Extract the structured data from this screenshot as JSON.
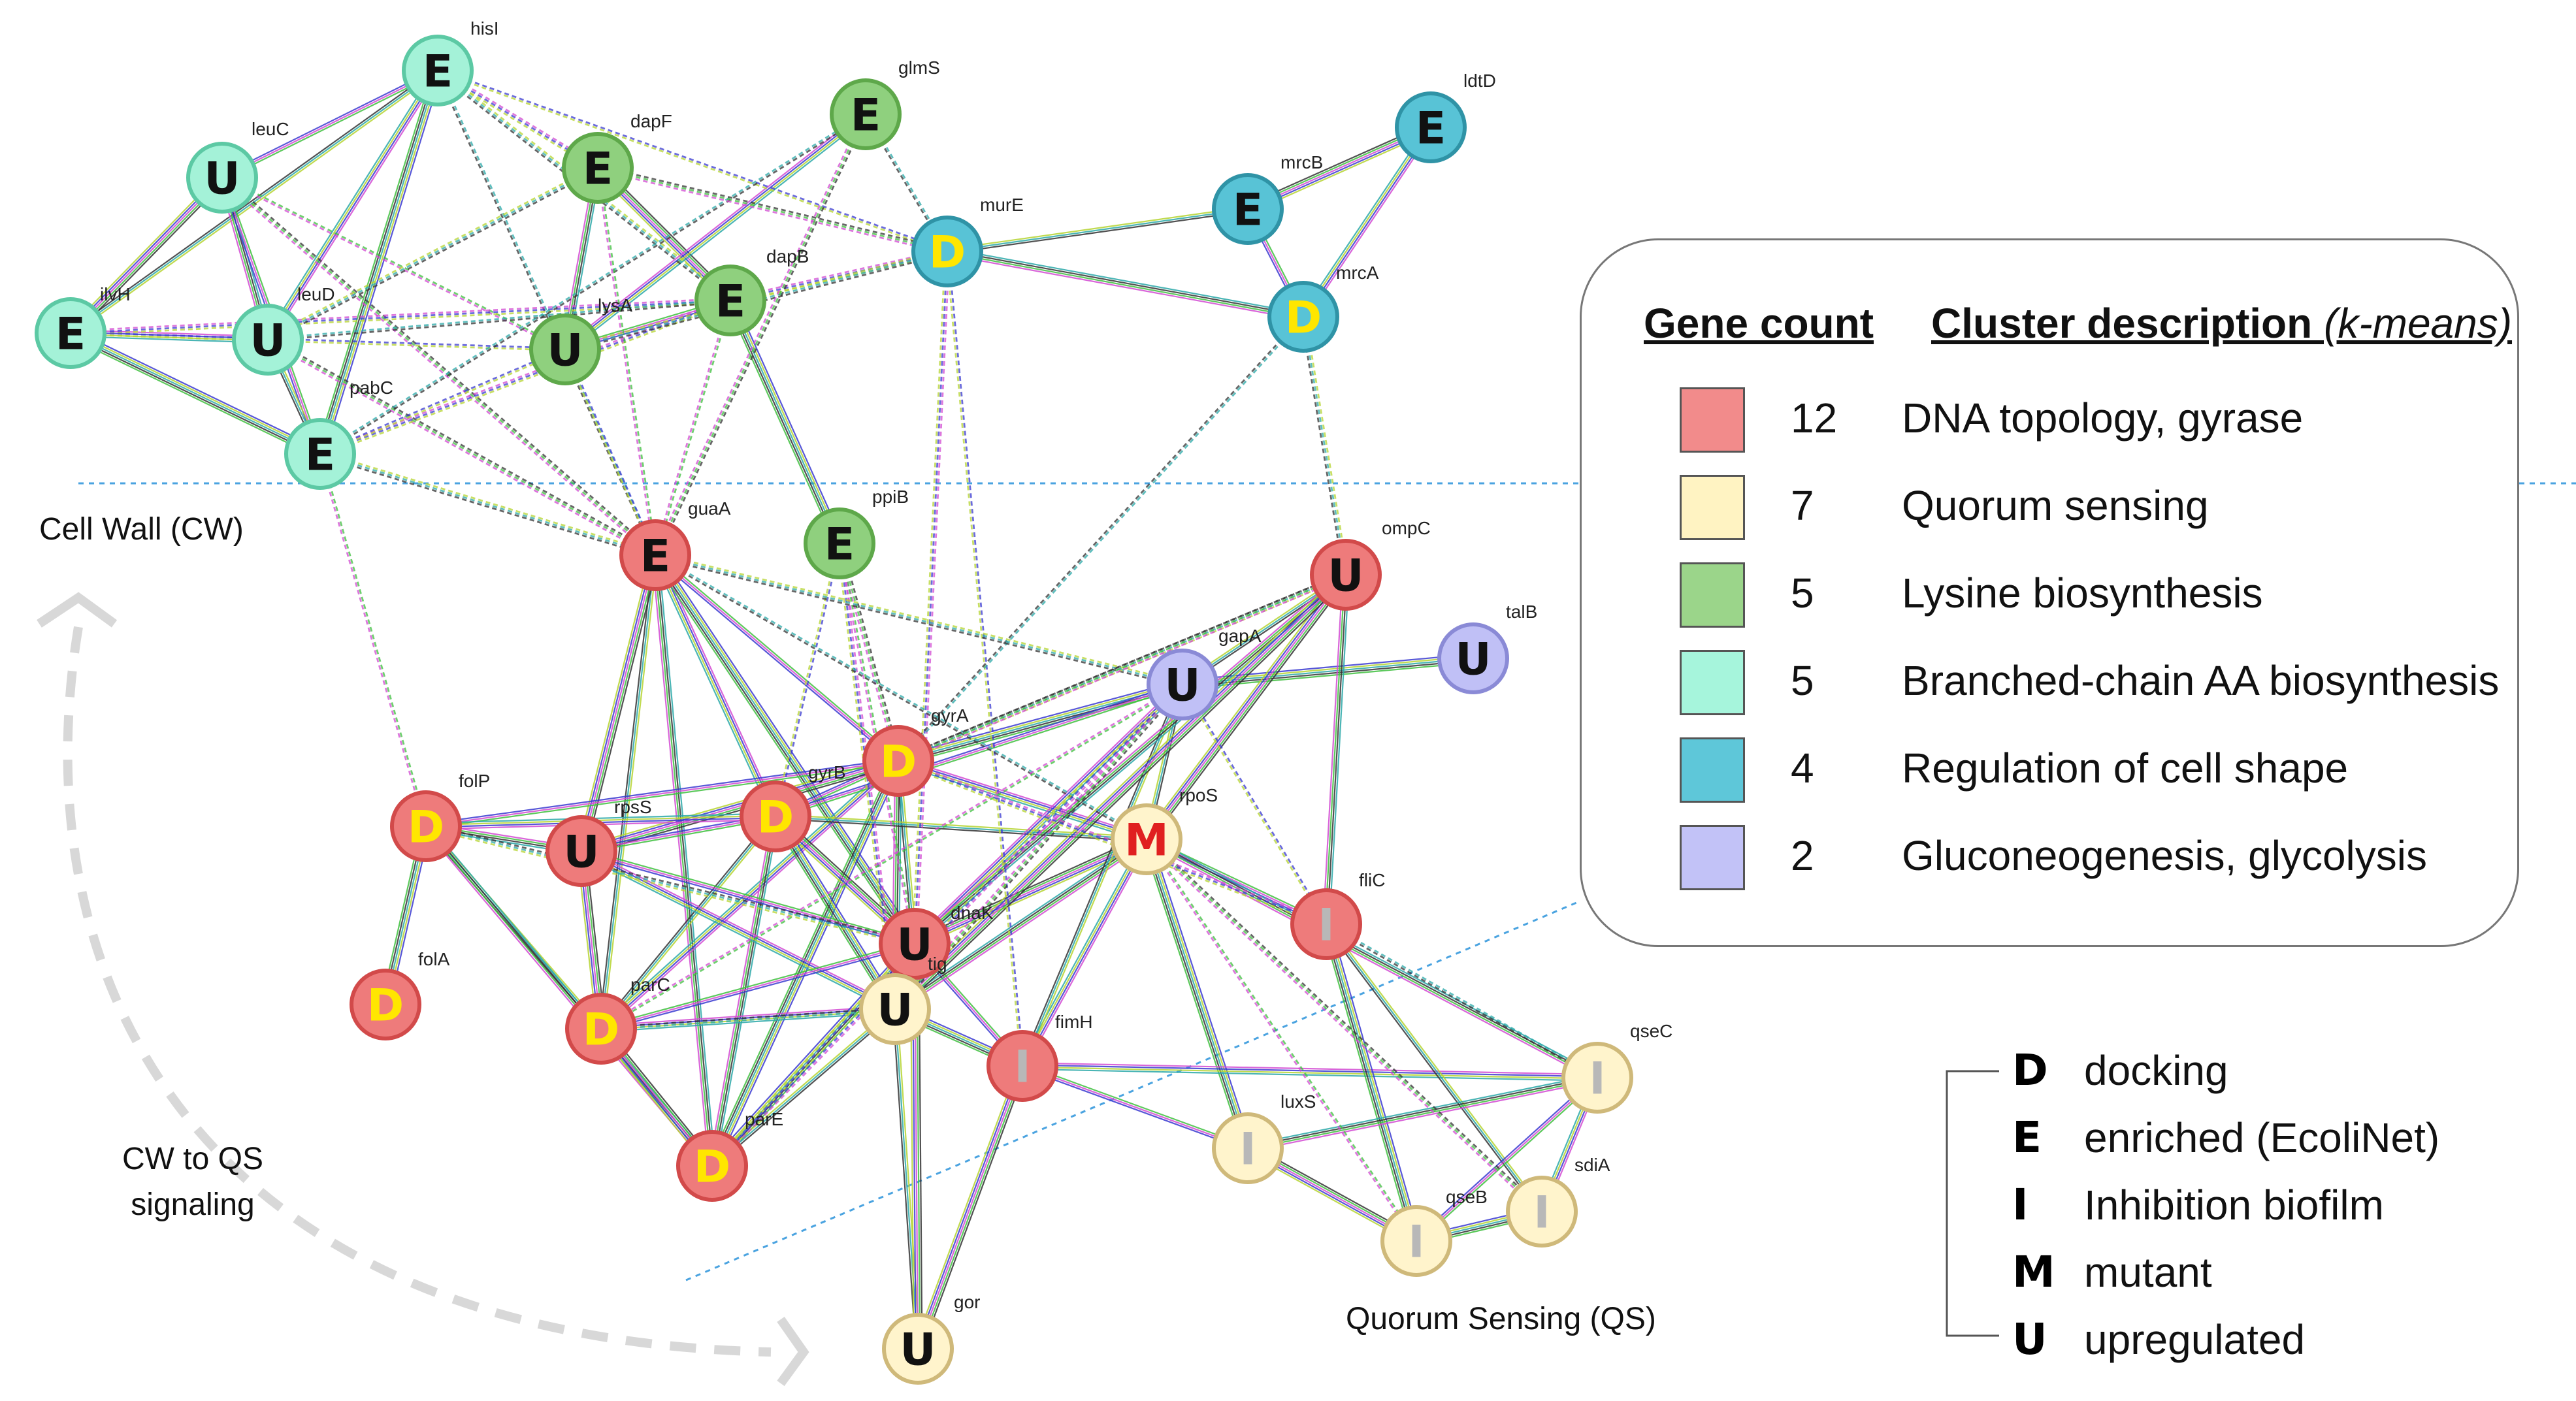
{
  "regions": {
    "cell_wall": "Cell Wall (CW)",
    "cw_to_qs_line1": "CW to QS",
    "cw_to_qs_line2": "signaling",
    "quorum_sensing": "Quorum Sensing (QS)"
  },
  "legend": {
    "gene_count_header": "Gene count",
    "cluster_header_main": "Cluster description ",
    "cluster_header_em": "(k-means)",
    "rows": [
      {
        "color": "#f28b8b",
        "count": "12",
        "description": "DNA topology, gyrase"
      },
      {
        "color": "#fff3c2",
        "count": "7",
        "description": "Quorum sensing"
      },
      {
        "color": "#9bd58a",
        "count": "5",
        "description": "Lysine biosynthesis"
      },
      {
        "color": "#a6f5dc",
        "count": "5",
        "description": "Branched-chain AA biosynthesis"
      },
      {
        "color": "#5ec7d9",
        "count": "4",
        "description": "Regulation of cell shape"
      },
      {
        "color": "#c2c2f7",
        "count": "2",
        "description": "Gluconeogenesis, glycolysis"
      }
    ]
  },
  "key": [
    {
      "letter": "D",
      "text": "docking"
    },
    {
      "letter": "E",
      "text": "enriched (EcoliNet)"
    },
    {
      "letter": "I",
      "text": "Inhibition biofilm"
    },
    {
      "letter": "M",
      "text": "mutant"
    },
    {
      "letter": "U",
      "text": "upregulated"
    }
  ],
  "cluster_colors": {
    "red": {
      "fill": "#ee7b7b",
      "stroke": "#d24a4a"
    },
    "yellow": {
      "fill": "#fff4cc",
      "stroke": "#cfb97a"
    },
    "green": {
      "fill": "#8fd07e",
      "stroke": "#5ea84a"
    },
    "mint": {
      "fill": "#a4f2d8",
      "stroke": "#5cc9a4"
    },
    "cyan": {
      "fill": "#58c3d6",
      "stroke": "#2f93a6"
    },
    "lavender": {
      "fill": "#c0c0f6",
      "stroke": "#8a8ad6"
    }
  },
  "letter_colors": {
    "D": "#ffe600",
    "E": "#111111",
    "U": "#111111",
    "I": "#b8b8b8",
    "M": "#e02020"
  },
  "nodes": [
    {
      "id": "hisI",
      "letter": "E",
      "cluster": "mint"
    },
    {
      "id": "leuC",
      "letter": "U",
      "cluster": "mint"
    },
    {
      "id": "ilvH",
      "letter": "E",
      "cluster": "mint"
    },
    {
      "id": "leuD",
      "letter": "U",
      "cluster": "mint"
    },
    {
      "id": "pabC",
      "letter": "E",
      "cluster": "mint"
    },
    {
      "id": "dapF",
      "letter": "E",
      "cluster": "green"
    },
    {
      "id": "lysA",
      "letter": "U",
      "cluster": "green"
    },
    {
      "id": "dapB",
      "letter": "E",
      "cluster": "green"
    },
    {
      "id": "glmS",
      "letter": "E",
      "cluster": "green"
    },
    {
      "id": "ppiB",
      "letter": "E",
      "cluster": "green"
    },
    {
      "id": "murE",
      "letter": "D",
      "cluster": "cyan"
    },
    {
      "id": "mrcB",
      "letter": "E",
      "cluster": "cyan"
    },
    {
      "id": "ldtD",
      "letter": "E",
      "cluster": "cyan"
    },
    {
      "id": "mrcA",
      "letter": "D",
      "cluster": "cyan"
    },
    {
      "id": "guaA",
      "letter": "E",
      "cluster": "red"
    },
    {
      "id": "ompC",
      "letter": "U",
      "cluster": "red"
    },
    {
      "id": "gapA",
      "letter": "U",
      "cluster": "lavender"
    },
    {
      "id": "talB",
      "letter": "U",
      "cluster": "lavender"
    },
    {
      "id": "gyrA",
      "letter": "D",
      "cluster": "red"
    },
    {
      "id": "gyrB",
      "letter": "D",
      "cluster": "red"
    },
    {
      "id": "rpsS",
      "letter": "U",
      "cluster": "red"
    },
    {
      "id": "folP",
      "letter": "D",
      "cluster": "red"
    },
    {
      "id": "folA",
      "letter": "D",
      "cluster": "red"
    },
    {
      "id": "parC",
      "letter": "D",
      "cluster": "red"
    },
    {
      "id": "parE",
      "letter": "D",
      "cluster": "red"
    },
    {
      "id": "dnaK",
      "letter": "U",
      "cluster": "red"
    },
    {
      "id": "tig",
      "letter": "U",
      "cluster": "yellow"
    },
    {
      "id": "rpoS",
      "letter": "M",
      "cluster": "yellow"
    },
    {
      "id": "fliC",
      "letter": "I",
      "cluster": "red"
    },
    {
      "id": "fimH",
      "letter": "I",
      "cluster": "red"
    },
    {
      "id": "luxS",
      "letter": "I",
      "cluster": "yellow"
    },
    {
      "id": "qseC",
      "letter": "I",
      "cluster": "yellow"
    },
    {
      "id": "sdiA",
      "letter": "I",
      "cluster": "yellow"
    },
    {
      "id": "qseB",
      "letter": "I",
      "cluster": "yellow"
    },
    {
      "id": "gor",
      "letter": "U",
      "cluster": "yellow"
    }
  ],
  "edges": [
    [
      "hisI",
      "leuC",
      "s"
    ],
    [
      "hisI",
      "leuD",
      "s"
    ],
    [
      "hisI",
      "pabC",
      "s"
    ],
    [
      "hisI",
      "ilvH",
      "s"
    ],
    [
      "leuC",
      "leuD",
      "s"
    ],
    [
      "leuC",
      "ilvH",
      "s"
    ],
    [
      "leuC",
      "pabC",
      "s"
    ],
    [
      "ilvH",
      "leuD",
      "s"
    ],
    [
      "ilvH",
      "pabC",
      "s"
    ],
    [
      "leuD",
      "pabC",
      "s"
    ],
    [
      "dapF",
      "lysA",
      "s"
    ],
    [
      "dapF",
      "dapB",
      "s"
    ],
    [
      "lysA",
      "dapB",
      "s"
    ],
    [
      "lysA",
      "glmS",
      "s"
    ],
    [
      "dapB",
      "ppiB",
      "s"
    ],
    [
      "murE",
      "mrcB",
      "s"
    ],
    [
      "murE",
      "mrcA",
      "s"
    ],
    [
      "mrcB",
      "ldtD",
      "s"
    ],
    [
      "mrcB",
      "mrcA",
      "s"
    ],
    [
      "ldtD",
      "mrcA",
      "s"
    ],
    [
      "gapA",
      "talB",
      "s"
    ],
    [
      "gapA",
      "ompC",
      "s"
    ],
    [
      "ompC",
      "fliC",
      "s"
    ],
    [
      "ompC",
      "rpoS",
      "s"
    ],
    [
      "guaA",
      "gyrA",
      "s"
    ],
    [
      "guaA",
      "gyrB",
      "s"
    ],
    [
      "guaA",
      "dnaK",
      "s"
    ],
    [
      "guaA",
      "parC",
      "s"
    ],
    [
      "guaA",
      "parE",
      "s"
    ],
    [
      "guaA",
      "rpsS",
      "s"
    ],
    [
      "gyrA",
      "gyrB",
      "s"
    ],
    [
      "gyrA",
      "parC",
      "s"
    ],
    [
      "gyrA",
      "parE",
      "s"
    ],
    [
      "gyrA",
      "dnaK",
      "s"
    ],
    [
      "gyrA",
      "tig",
      "s"
    ],
    [
      "gyrA",
      "rpsS",
      "s"
    ],
    [
      "gyrA",
      "folP",
      "s"
    ],
    [
      "gyrA",
      "rpoS",
      "s"
    ],
    [
      "gyrA",
      "gapA",
      "s"
    ],
    [
      "gyrB",
      "parC",
      "s"
    ],
    [
      "gyrB",
      "parE",
      "s"
    ],
    [
      "gyrB",
      "dnaK",
      "s"
    ],
    [
      "gyrB",
      "rpsS",
      "s"
    ],
    [
      "gyrB",
      "folP",
      "s"
    ],
    [
      "gyrB",
      "tig",
      "s"
    ],
    [
      "gyrB",
      "rpoS",
      "s"
    ],
    [
      "rpsS",
      "folP",
      "s"
    ],
    [
      "rpsS",
      "parC",
      "s"
    ],
    [
      "rpsS",
      "dnaK",
      "s"
    ],
    [
      "rpsS",
      "tig",
      "s"
    ],
    [
      "folP",
      "folA",
      "s"
    ],
    [
      "folP",
      "parC",
      "s"
    ],
    [
      "folP",
      "parE",
      "s"
    ],
    [
      "parC",
      "parE",
      "s"
    ],
    [
      "parC",
      "dnaK",
      "s"
    ],
    [
      "parC",
      "tig",
      "s"
    ],
    [
      "parE",
      "dnaK",
      "s"
    ],
    [
      "parE",
      "tig",
      "s"
    ],
    [
      "dnaK",
      "tig",
      "s"
    ],
    [
      "dnaK",
      "rpoS",
      "s"
    ],
    [
      "dnaK",
      "fimH",
      "s"
    ],
    [
      "dnaK",
      "gapA",
      "s"
    ],
    [
      "tig",
      "fimH",
      "s"
    ],
    [
      "tig",
      "gor",
      "s"
    ],
    [
      "tig",
      "rpoS",
      "s"
    ],
    [
      "dnaK",
      "gor",
      "s"
    ],
    [
      "rpoS",
      "fliC",
      "s"
    ],
    [
      "rpoS",
      "fimH",
      "s"
    ],
    [
      "rpoS",
      "luxS",
      "s"
    ],
    [
      "rpoS",
      "gapA",
      "s"
    ],
    [
      "rpoS",
      "qseC",
      "s"
    ],
    [
      "fimH",
      "gor",
      "s"
    ],
    [
      "fimH",
      "luxS",
      "s"
    ],
    [
      "fimH",
      "qseC",
      "s"
    ],
    [
      "fliC",
      "qseB",
      "s"
    ],
    [
      "fliC",
      "sdiA",
      "s"
    ],
    [
      "luxS",
      "qseC",
      "s"
    ],
    [
      "luxS",
      "qseB",
      "s"
    ],
    [
      "qseC",
      "qseB",
      "s"
    ],
    [
      "qseC",
      "sdiA",
      "s"
    ],
    [
      "qseB",
      "sdiA",
      "s"
    ],
    [
      "gapA",
      "fimH",
      "s"
    ],
    [
      "ompC",
      "dnaK",
      "s"
    ],
    [
      "ompC",
      "tig",
      "s"
    ],
    [
      "gapA",
      "gyrB",
      "s"
    ],
    [
      "hisI",
      "dapF",
      "d"
    ],
    [
      "hisI",
      "murE",
      "d"
    ],
    [
      "hisI",
      "dapB",
      "d"
    ],
    [
      "hisI",
      "guaA",
      "d"
    ],
    [
      "leuC",
      "guaA",
      "d"
    ],
    [
      "leuC",
      "lysA",
      "d"
    ],
    [
      "ilvH",
      "dapB",
      "d"
    ],
    [
      "ilvH",
      "lysA",
      "d"
    ],
    [
      "leuD",
      "dapF",
      "d"
    ],
    [
      "leuD",
      "dapB",
      "d"
    ],
    [
      "leuD",
      "guaA",
      "d"
    ],
    [
      "pabC",
      "folP",
      "d"
    ],
    [
      "pabC",
      "dapB",
      "d"
    ],
    [
      "pabC",
      "lysA",
      "d"
    ],
    [
      "pabC",
      "guaA",
      "d"
    ],
    [
      "pabC",
      "glmS",
      "d"
    ],
    [
      "dapF",
      "murE",
      "d"
    ],
    [
      "dapF",
      "guaA",
      "d"
    ],
    [
      "dapB",
      "murE",
      "d"
    ],
    [
      "lysA",
      "guaA",
      "d"
    ],
    [
      "lysA",
      "murE",
      "d"
    ],
    [
      "glmS",
      "murE",
      "d"
    ],
    [
      "glmS",
      "guaA",
      "d"
    ],
    [
      "dapB",
      "guaA",
      "d"
    ],
    [
      "murE",
      "dnaK",
      "d"
    ],
    [
      "murE",
      "fimH",
      "d"
    ],
    [
      "mrcA",
      "ompC",
      "d"
    ],
    [
      "mrcA",
      "gyrA",
      "d"
    ],
    [
      "ppiB",
      "gyrA",
      "d"
    ],
    [
      "ppiB",
      "dnaK",
      "d"
    ],
    [
      "ppiB",
      "tig",
      "d"
    ],
    [
      "ppiB",
      "gyrB",
      "d"
    ],
    [
      "guaA",
      "gapA",
      "d"
    ],
    [
      "guaA",
      "rpoS",
      "d"
    ],
    [
      "gapA",
      "tig",
      "d"
    ],
    [
      "gapA",
      "parC",
      "d"
    ],
    [
      "gapA",
      "parE",
      "d"
    ],
    [
      "gapA",
      "fliC",
      "d"
    ],
    [
      "ompC",
      "gyrA",
      "d"
    ],
    [
      "fliC",
      "qseC",
      "d"
    ],
    [
      "rpoS",
      "sdiA",
      "d"
    ],
    [
      "rpoS",
      "qseB",
      "d"
    ],
    [
      "gyrA",
      "fliC",
      "d"
    ],
    [
      "dnaK",
      "parE",
      "d"
    ],
    [
      "dnaK",
      "folP",
      "d"
    ],
    [
      "tig",
      "parC",
      "d"
    ],
    [
      "gyrA",
      "ompC",
      "d"
    ]
  ]
}
